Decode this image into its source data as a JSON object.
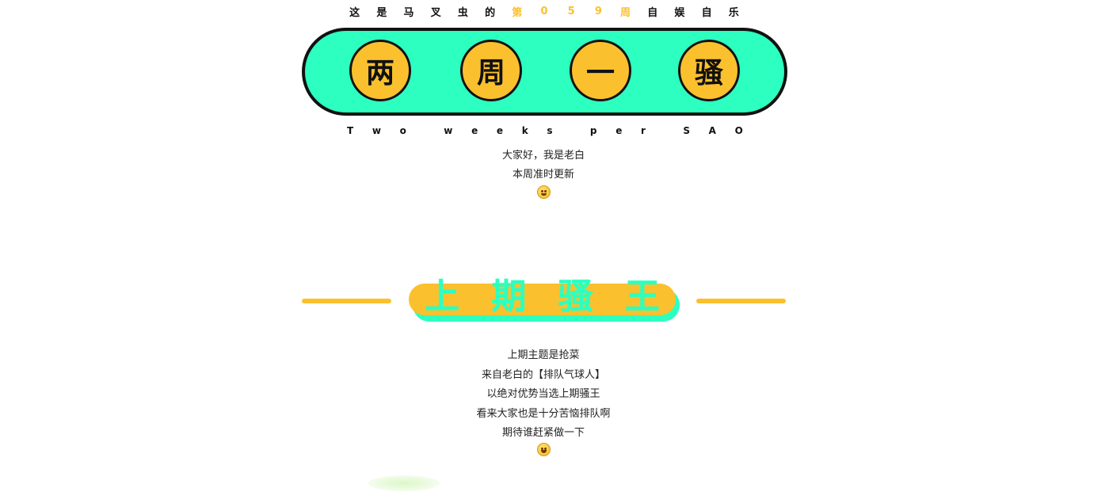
{
  "header": {
    "caption_chars": [
      "这",
      "是",
      "马",
      "叉",
      "虫",
      "的",
      "第",
      "0",
      "5",
      "9",
      "周",
      "自",
      "娱",
      "自",
      "乐"
    ],
    "caption_highlight_range": [
      6,
      10
    ],
    "title_chars": [
      "两",
      "周",
      "一",
      "骚"
    ],
    "subtitle_en_chars": [
      "T",
      "w",
      "o",
      "",
      "w",
      "e",
      "e",
      "k",
      "s",
      "",
      "p",
      "e",
      "r",
      "",
      "S",
      "A",
      "O"
    ]
  },
  "intro": {
    "lines": [
      "大家好，我是老白",
      "本周准时更新"
    ],
    "emoji": "thinking-face-emoji"
  },
  "section": {
    "title_chars": [
      "上",
      "期",
      "骚",
      "王"
    ],
    "lines": [
      "上期主题是抢菜",
      "来自老白的【排队气球人】",
      "以绝对优势当选上期骚王",
      "看来大家也是十分苦恼排队啊",
      "期待谁赶紧做一下"
    ],
    "emoji": "grinning-face-emoji"
  },
  "colors": {
    "accent_green": "#2cffc0",
    "accent_yellow": "#fbc02d",
    "text_dark": "#111111"
  }
}
